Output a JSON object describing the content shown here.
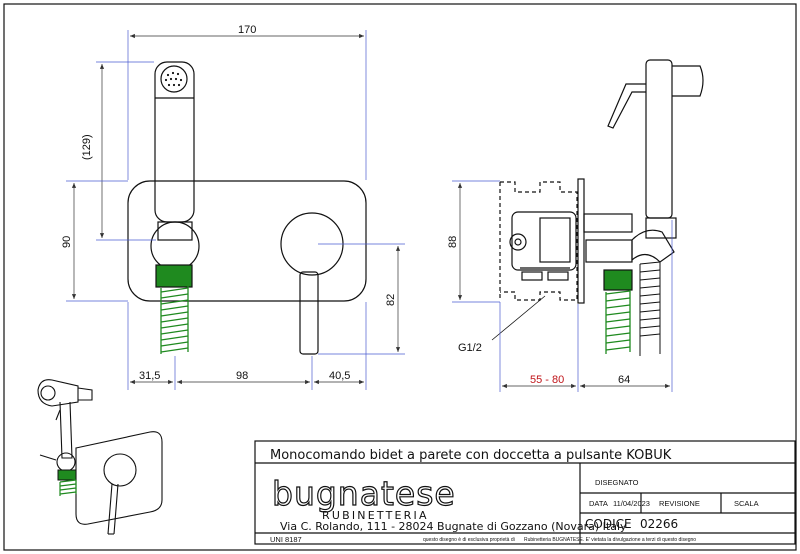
{
  "colors": {
    "accent_green": "#1f8a1f",
    "dimension_blue": "#4a5bd0",
    "dimension_red": "#c0151a",
    "line": "#111111"
  },
  "dimensions": {
    "overall_width": "170",
    "handshower_height": "(129)",
    "plate_height": "90",
    "lever_height": "82",
    "left_offset": "31,5",
    "center_distance": "98",
    "right_offset": "40,5",
    "depth": "88",
    "thread": "G1/2",
    "build_in_range": "55 - 80",
    "projection": "64"
  },
  "title_block": {
    "title": "Monocomando bidet a parete con doccetta a pulsante KOBUK",
    "brand": "bugnatese",
    "brand_sub": "RUBINETTERIA",
    "address": "Via C. Rolando, 111 - 28024 Bugnate di Gozzano (Novara) Italy",
    "standard": "UNI 8187",
    "disclaimer_left": "questo disegno è di esclusiva proprietà di",
    "disclaimer_right": "Rubinetteria BUGNATESE. E' vietata la divulgazione a terzi di questo disegno",
    "drawn_label": "DISEGNATO",
    "date_label": "DATA",
    "date_value": "11/04/2023",
    "revision_label": "REVISIONE",
    "scale_label": "SCALA",
    "code_label": "CODICE",
    "code_value": "02266"
  }
}
